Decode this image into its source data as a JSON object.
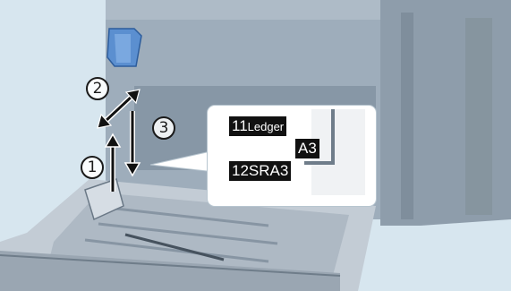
{
  "steps": {
    "one": "1",
    "two": "2",
    "three": "3"
  },
  "callout": {
    "ledger_num": "11",
    "ledger_text": "Ledger",
    "a3": "A3",
    "sra3_num": "12",
    "sra3_text": "SRA3"
  },
  "colors": {
    "background": "#d7e6ef",
    "machine": "#9aa9b7",
    "cassette": "#c2ccd6",
    "guide_tab": "#5b8fd0",
    "label_bg": "#111111"
  }
}
